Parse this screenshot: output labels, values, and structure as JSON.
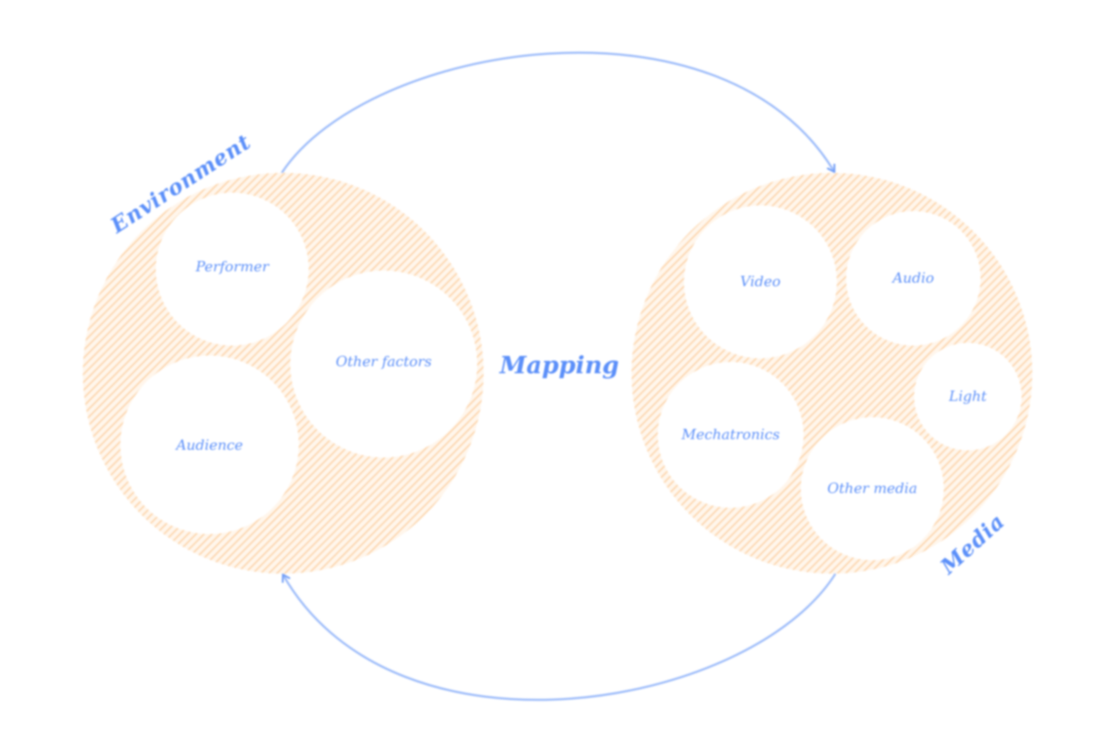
{
  "colors": {
    "accent": "#6f9cf7",
    "fill": "#fcd7b0",
    "background": "#ffffff"
  },
  "center_label": "Mapping",
  "environment": {
    "label": "Environment",
    "items": [
      "Performer",
      "Other factors",
      "Audience"
    ]
  },
  "media": {
    "label": "Media",
    "items": [
      "Video",
      "Audio",
      "Light",
      "Mechatronics",
      "Other media"
    ]
  },
  "arrows": [
    {
      "from": "Environment",
      "to": "Media",
      "direction": "top arc"
    },
    {
      "from": "Media",
      "to": "Environment",
      "direction": "bottom arc"
    }
  ]
}
